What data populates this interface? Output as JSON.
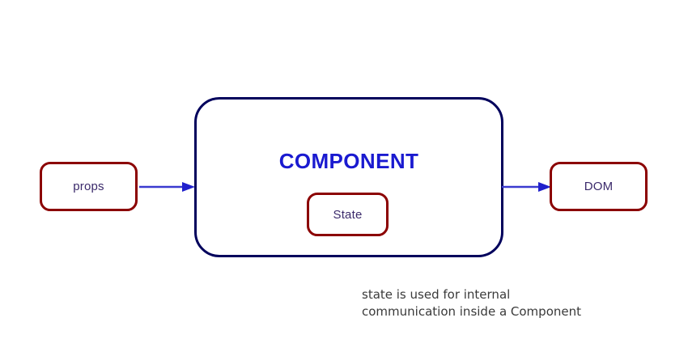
{
  "diagram": {
    "title_text": "COMPONENT",
    "background_color": "#ffffff",
    "nodes": {
      "props": {
        "label": "props",
        "border_color": "#8b0000",
        "text_color": "#3b2a6b"
      },
      "component": {
        "label": "COMPONENT",
        "border_color": "#00005c",
        "text_color": "#1a1ad0"
      },
      "state": {
        "label": "State",
        "border_color": "#8b0000",
        "text_color": "#3b2a6b"
      },
      "dom": {
        "label": "DOM",
        "border_color": "#8b0000",
        "text_color": "#3b2a6b"
      }
    },
    "edges": {
      "props_to_component": {
        "name": "props-to-component-arrow",
        "color": "#3a3ad0"
      },
      "component_to_dom": {
        "name": "component-to-dom-arrow",
        "color": "#3a3ad0"
      }
    },
    "caption": {
      "line1": "state is used for internal",
      "line2": "communication inside a Component",
      "full": "state is used for internal\ncommunication inside a Component",
      "color": "#3a3a3a"
    }
  }
}
